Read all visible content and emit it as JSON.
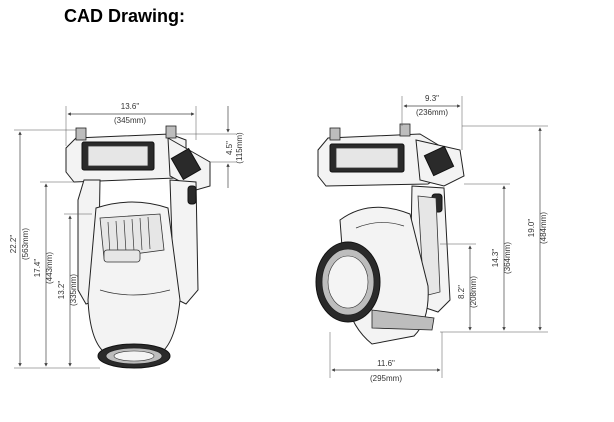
{
  "title": "CAD Drawing:",
  "front_view": {
    "width_in": "13.6\"",
    "width_mm": "(345mm)",
    "head_in": "4.5\"",
    "head_mm": "(115mm)",
    "total_height_in": "22.2\"",
    "total_height_mm": "(563mm)",
    "height2_in": "17.4\"",
    "height2_mm": "(443mm)",
    "height3_in": "13.2\"",
    "height3_mm": "(335mm)"
  },
  "side_view": {
    "depth_in": "9.3\"",
    "depth_mm": "(236mm)",
    "base_in": "11.6\"",
    "base_mm": "(295mm)",
    "height1_in": "8.2\"",
    "height1_mm": "(208mm)",
    "height2_in": "14.3\"",
    "height2_mm": "(364mm)",
    "height3_in": "19.0\"",
    "height3_mm": "(484mm)"
  }
}
